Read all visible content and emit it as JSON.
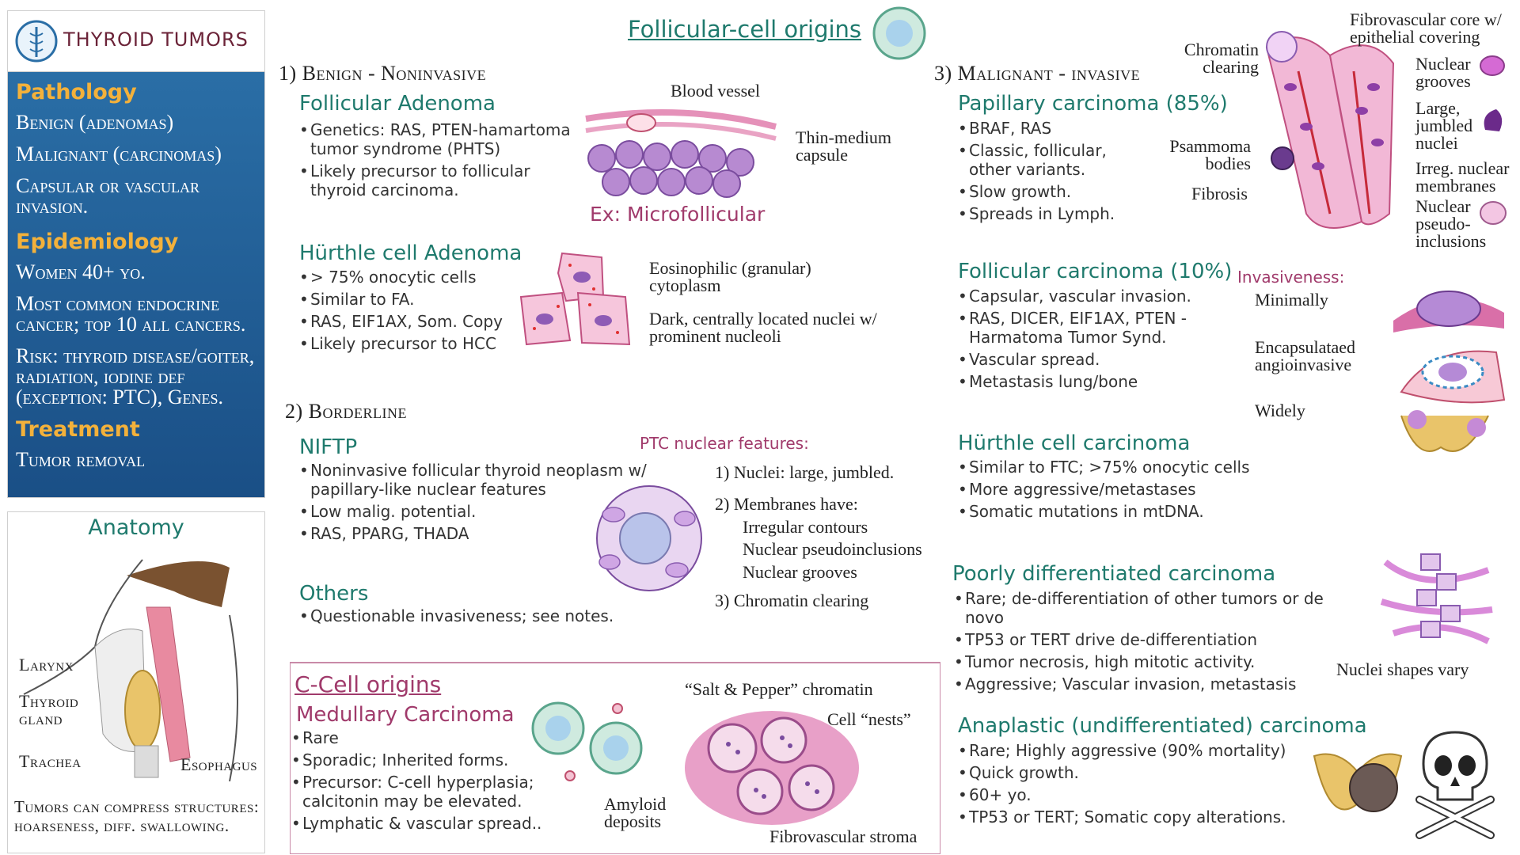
{
  "sidebar": {
    "title": "THYROID TUMORS",
    "pathology_heading": "Pathology",
    "pathology_items": [
      "Benign (adenomas)",
      "Malignant (carcinomas)",
      "Capsular or vascular invasion."
    ],
    "epidemiology_heading": "Epidemiology",
    "epidemiology_items": [
      "Women 40+ yo.",
      "Most common endocrine cancer; top 10 all cancers.",
      "Risk: thyroid disease/goiter, radiation, iodine def (exception: PTC), Genes."
    ],
    "treatment_heading": "Treatment",
    "treatment_items": [
      "Tumor removal"
    ]
  },
  "anatomy": {
    "heading": "Anatomy",
    "labels": {
      "larynx": "Larynx",
      "thyroid": "Thyroid gland",
      "trachea": "Trachea",
      "esophagus": "Esophagus"
    },
    "note": "Tumors can compress structures: hoarseness, diff. swallowing."
  },
  "follicular_origins_title": "Follicular-cell origins",
  "benign": {
    "heading": "1) Benign - Noninvasive",
    "follicular_adenoma": {
      "title": "Follicular Adenoma",
      "bullets": [
        "Genetics: RAS, PTEN-hamartoma tumor syndrome (PHTS)",
        "Likely precursor to follicular thyroid carcinoma."
      ],
      "labels": {
        "blood_vessel": "Blood vessel",
        "capsule": "Thin-medium capsule",
        "example": "Ex: Microfollicular"
      }
    },
    "hurthle_adenoma": {
      "title": "Hürthle cell Adenoma",
      "bullets": [
        "> 75% onocytic cells",
        "Similar to FA.",
        "RAS, EIF1AX, Som. Copy",
        "Likely precursor to HCC"
      ],
      "labels": {
        "cytoplasm": "Eosinophilic (granular) cytoplasm",
        "nuclei": "Dark, centrally located nuclei w/ prominent nucleoli"
      }
    }
  },
  "borderline": {
    "heading": "2) Borderline",
    "niftp": {
      "title": "NIFTP",
      "bullets": [
        "Noninvasive follicular thyroid neoplasm w/ papillary-like nuclear features",
        "Low malig. potential.",
        "RAS, PPARG, THADA"
      ]
    },
    "ptc_features": {
      "title": "PTC nuclear features:",
      "items": [
        "1) Nuclei: large, jumbled.",
        "2) Membranes have:",
        "Irregular contours",
        "Nuclear pseudoinclusions",
        "Nuclear grooves",
        "3) Chromatin clearing"
      ]
    },
    "others": {
      "title": "Others",
      "bullets": [
        "Questionable invasiveness; see notes."
      ]
    }
  },
  "ccell": {
    "title": "C-Cell origins",
    "medullary": {
      "title": "Medullary Carcinoma",
      "bullets": [
        "Rare",
        "Sporadic; Inherited forms.",
        "Precursor: C-cell hyperplasia; calcitonin may be elevated.",
        "Lymphatic & vascular spread.."
      ]
    },
    "labels": {
      "salt_pepper": "“Salt & Pepper” chromatin",
      "nests": "Cell “nests”",
      "amyloid": "Amyloid deposits",
      "stroma": "Fibrovascular stroma"
    }
  },
  "malignant": {
    "heading": "3) Malignant - invasive",
    "papillary": {
      "title": "Papillary carcinoma (85%)",
      "bullets": [
        "BRAF, RAS",
        "Classic, follicular, other variants.",
        "Slow growth.",
        "Spreads in Lymph."
      ],
      "labels": {
        "chromatin": "Chromatin clearing",
        "core": "Fibrovascular core w/ epithelial covering",
        "grooves": "Nuclear grooves",
        "jumbled": "Large, jumbled nuclei",
        "psammoma": "Psammoma bodies",
        "irreg": "Irreg. nuclear membranes",
        "fibrosis": "Fibrosis",
        "pseudo": "Nuclear pseudo-inclusions"
      }
    },
    "follicular": {
      "title": "Follicular carcinoma (10%)",
      "bullets": [
        "Capsular, vascular invasion.",
        "RAS, DICER, EIF1AX, PTEN - Harmatoma Tumor Synd.",
        "Vascular spread.",
        "Metastasis lung/bone"
      ],
      "invasiveness_title": "Invasiveness:",
      "invasiveness": [
        "Minimally",
        "Encapsulataed angioinvasive",
        "Widely"
      ]
    },
    "hurthle": {
      "title": "Hürthle cell carcinoma",
      "bullets": [
        "Similar to FTC; >75% onocytic cells",
        "More aggressive/metastases",
        "Somatic mutations in mtDNA."
      ]
    },
    "poorly": {
      "title": "Poorly differentiated carcinoma",
      "bullets": [
        "Rare; de-differentiation of other tumors or de novo",
        "TP53 or TERT drive de-differentiation",
        "Tumor necrosis, high mitotic activity.",
        "Aggressive; Vascular invasion, metastasis"
      ],
      "label": "Nuclei shapes vary"
    },
    "anaplastic": {
      "title": "Anaplastic (undifferentiated) carcinoma",
      "bullets": [
        "Rare; Highly aggressive (90% mortality)",
        "Quick growth.",
        "60+ yo.",
        "TP53 or TERT; Somatic copy alterations."
      ]
    }
  },
  "colors": {
    "teal": "#1f7a6d",
    "plum": "#a03a6b",
    "panel_blue": "#1f5f98",
    "orange": "#f3b13b",
    "purple": "#9b59b6",
    "pink": "#e6a3c5"
  }
}
